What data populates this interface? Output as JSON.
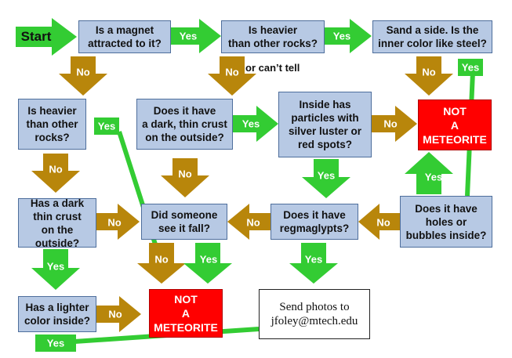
{
  "start_label": "Start",
  "colors": {
    "box": "#b7c9e4",
    "red": "#ff0000",
    "yes": "#33cc33",
    "no": "#b8860b"
  },
  "nodes": {
    "magnet": "Is a magnet\nattracted to it?",
    "heavier_top": "Is heavier\nthan other rocks?",
    "sand_side": "Sand a side. Is the\ninner color like steel?",
    "heavier_left": "Is heavier\nthan other\nrocks?",
    "crust_mid": "Does it have\na dark, thin crust\non the outside?",
    "particles": "Inside has\nparticles with\nsilver luster or\nred spots?",
    "not_meteorite_top": "NOT\nA\nMETEORITE",
    "crust_left": "Has a dark\nthin crust\non the outside?",
    "see_fall": "Did someone\nsee it fall?",
    "regmaglypts": "Does it have\nregmaglypts?",
    "holes": "Does it have\nholes or\nbubbles inside?",
    "lighter_color": "Has a lighter\ncolor inside?",
    "not_meteorite_bottom": "NOT\nA\nMETEORITE",
    "send_photos": "Send photos to\njfoley@mtech.edu"
  },
  "labels": {
    "yes": "Yes",
    "no": "No",
    "or_cant_tell": "or can’t tell"
  }
}
